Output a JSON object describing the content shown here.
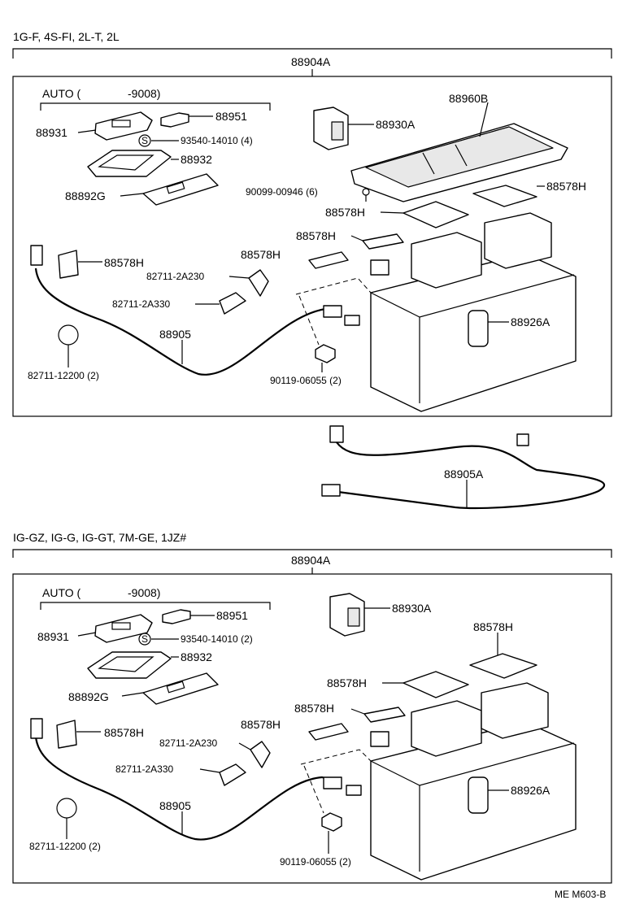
{
  "footer_code": "ME M603-B",
  "sections": [
    {
      "engines": "1G-F, 4S-FI, 2L-T, 2L",
      "assembly": "88904A",
      "auto_label": "AUTO (",
      "auto_code": "-9008)",
      "labels": {
        "p88951": "88951",
        "p88931": "88931",
        "p93540": "93540-14010 (4)",
        "p88932": "88932",
        "p88892G": "88892G",
        "p88930A": "88930A",
        "p88960B": "88960B",
        "p90099": "90099-00946 (6)",
        "p88578H_a": "88578H",
        "p88578H_b": "88578H",
        "p88578H_c": "88578H",
        "p88578H_d": "88578H",
        "p88578H_e": "88578H",
        "p82711_2A230": "82711-2A230",
        "p82711_2A330": "82711-2A330",
        "p88926A": "88926A",
        "p88905": "88905",
        "p82711_12200": "82711-12200 (2)",
        "p90119": "90119-06055 (2)",
        "p88905A": "88905A",
        "s_mark": "S"
      }
    },
    {
      "engines": "IG-GZ, IG-G, IG-GT, 7M-GE, 1JZ#",
      "assembly": "88904A",
      "auto_label": "AUTO (",
      "auto_code": "-9008)",
      "labels": {
        "p88951": "88951",
        "p88931": "88931",
        "p93540": "93540-14010 (2)",
        "p88932": "88932",
        "p88892G": "88892G",
        "p88930A": "88930A",
        "p88578H_a": "88578H",
        "p88578H_b": "88578H",
        "p88578H_c": "88578H",
        "p88578H_d": "88578H",
        "p88578H_e": "88578H",
        "p82711_2A230": "82711-2A230",
        "p82711_2A330": "82711-2A330",
        "p88926A": "88926A",
        "p88905": "88905",
        "p82711_12200": "82711-12200 (2)",
        "p90119": "90119-06055 (2)",
        "s_mark": "S"
      }
    }
  ]
}
